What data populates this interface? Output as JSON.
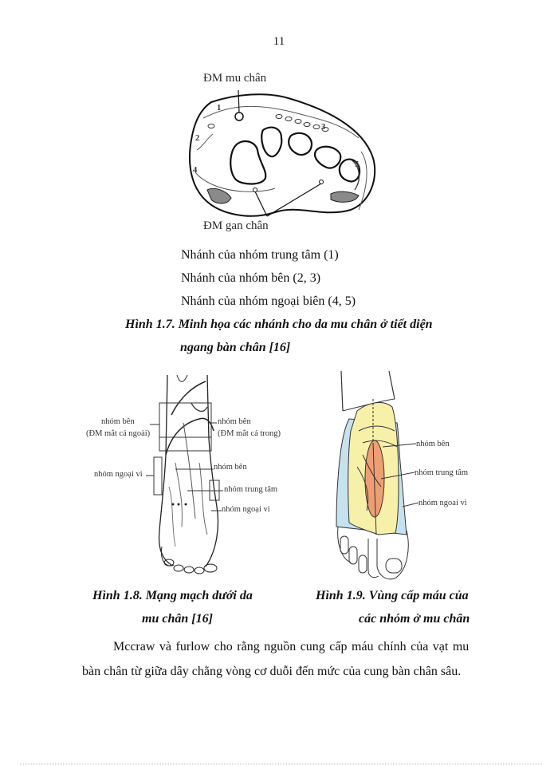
{
  "page": {
    "number": "11"
  },
  "figure_1_7": {
    "labels": {
      "dorsal_artery": "ĐM mu chân",
      "plantar_artery": "ĐM gan chân",
      "numbers": [
        "1",
        "2",
        "3",
        "4",
        "5"
      ]
    },
    "legend": [
      "Nhánh của nhóm trung tâm (1)",
      "Nhánh của nhóm bên (2, 3)",
      "Nhánh của nhóm ngoại biên (4, 5)"
    ],
    "caption": {
      "line1": "Hình 1.7. Minh họa các nhánh cho da mu chân ở tiết diện",
      "line2": "ngang bàn chân [16]"
    }
  },
  "figure_1_8": {
    "labels": {
      "lateral_left_1": "nhóm bên",
      "lateral_left_2": "(ĐM mắt cá ngoài)",
      "lateral_right_1": "nhóm bên",
      "lateral_right_2": "(ĐM mắt cá trong)",
      "peripheral_left": "nhóm ngoại vi",
      "lateral_mid": "nhóm bên",
      "central": "nhóm trung tâm",
      "peripheral_right": "nhóm ngoại vi"
    },
    "caption": {
      "line1": "Hình 1.8. Mạng mạch dưới da",
      "line2": "mu chân [16]"
    }
  },
  "figure_1_9": {
    "labels": {
      "lateral": "nhóm  bên",
      "central": "nhóm trung tâm",
      "peripheral": "nhóm ngoai vi"
    },
    "colors": {
      "lateral_zone": "#f7f0a8",
      "peripheral_zone": "#c5e3ef",
      "central_zone": "#ee9e73"
    },
    "caption": {
      "line1": "Hình 1.9. Vùng cấp máu của",
      "line2": "các nhóm ở mu chân"
    }
  },
  "body_text": {
    "line1": "Mccraw và furlow cho rằng nguồn cung cấp máu chính của vạt mu",
    "line2": "bàn chân từ giữa dây chằng vòng cơ duỗi đến mức của cung bàn chân sâu."
  }
}
